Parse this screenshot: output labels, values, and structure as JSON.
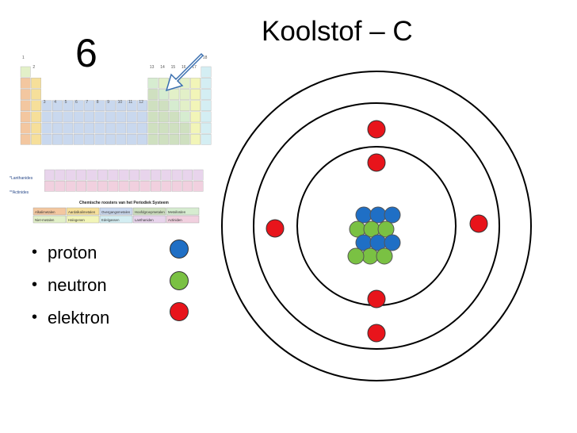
{
  "slide": {
    "number": "6",
    "title": "Koolstof – C"
  },
  "periodic_table": {
    "caption": "Chemische roosters van het Periodiek Systeem",
    "lanthanides_label": "*Lanthanides",
    "actinides_label": "**Actinides",
    "group_labels": [
      "1",
      "2",
      "3",
      "4",
      "5",
      "6",
      "7",
      "8",
      "9",
      "10",
      "11",
      "12",
      "13",
      "14",
      "15",
      "16",
      "17",
      "18"
    ],
    "legend_row1": [
      "Alkalimetalen",
      "Aardalkalimetalen",
      "Overgangsmetalen",
      "Hoofdgroepmetalen",
      "Metalloïden"
    ],
    "legend_row2": [
      "Niet-metalen",
      "Halogenen",
      "Edelgassen",
      "Lanthaniden",
      "Actiniden"
    ]
  },
  "legend": [
    {
      "label": "proton",
      "color": "#1f6fc5"
    },
    {
      "label": "neutron",
      "color": "#7ac143"
    },
    {
      "label": "elektron",
      "color": "#e8141b"
    }
  ],
  "colors": {
    "proton": "#1f6fc5",
    "neutron": "#7ac143",
    "electron": "#e8141b",
    "arrow": "#3a6fb0"
  }
}
